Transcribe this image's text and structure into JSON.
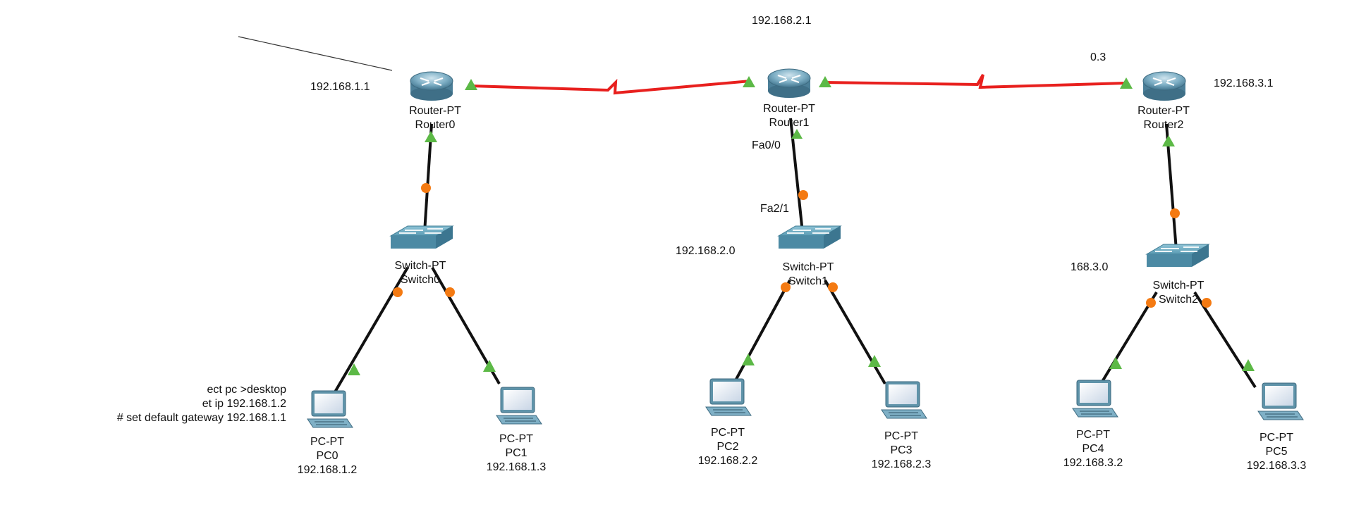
{
  "devices": {
    "router0": {
      "type": "Router-PT",
      "name": "Router0"
    },
    "router1": {
      "type": "Router-PT",
      "name": "Router1"
    },
    "router2": {
      "type": "Router-PT",
      "name": "Router2"
    },
    "switch0": {
      "type": "Switch-PT",
      "name": "Switch0"
    },
    "switch1": {
      "type": "Switch-PT",
      "name": "Switch1"
    },
    "switch2": {
      "type": "Switch-PT",
      "name": "Switch2"
    },
    "pc0": {
      "type": "PC-PT",
      "name": "PC0",
      "ip": "192.168.1.2"
    },
    "pc1": {
      "type": "PC-PT",
      "name": "PC1",
      "ip": "192.168.1.3"
    },
    "pc2": {
      "type": "PC-PT",
      "name": "PC2",
      "ip": "192.168.2.2"
    },
    "pc3": {
      "type": "PC-PT",
      "name": "PC3",
      "ip": "192.168.2.3"
    },
    "pc4": {
      "type": "PC-PT",
      "name": "PC4",
      "ip": "192.168.3.2"
    },
    "pc5": {
      "type": "PC-PT",
      "name": "PC5",
      "ip": "192.168.3.3"
    }
  },
  "annotations": {
    "router0_ip": "192.168.1.1",
    "router1_ip": "192.168.2.1",
    "router2_ip": "192.168.3.1",
    "router2_left": "0.3",
    "net2": "192.168.2.0",
    "net3": "168.3.0",
    "port_fa00": "Fa0/0",
    "port_fa21": "Fa2/1"
  },
  "note_lines": [
    "ect pc >desktop",
    "et ip 192.168.1.2",
    "# set default gateway 192.168.1.1"
  ],
  "colors": {
    "serial_link": "#e8201e",
    "ethernet_link": "#111111",
    "link_up": "#5cb946",
    "link_pending": "#f47a12",
    "device_body": "#4a8fab"
  }
}
